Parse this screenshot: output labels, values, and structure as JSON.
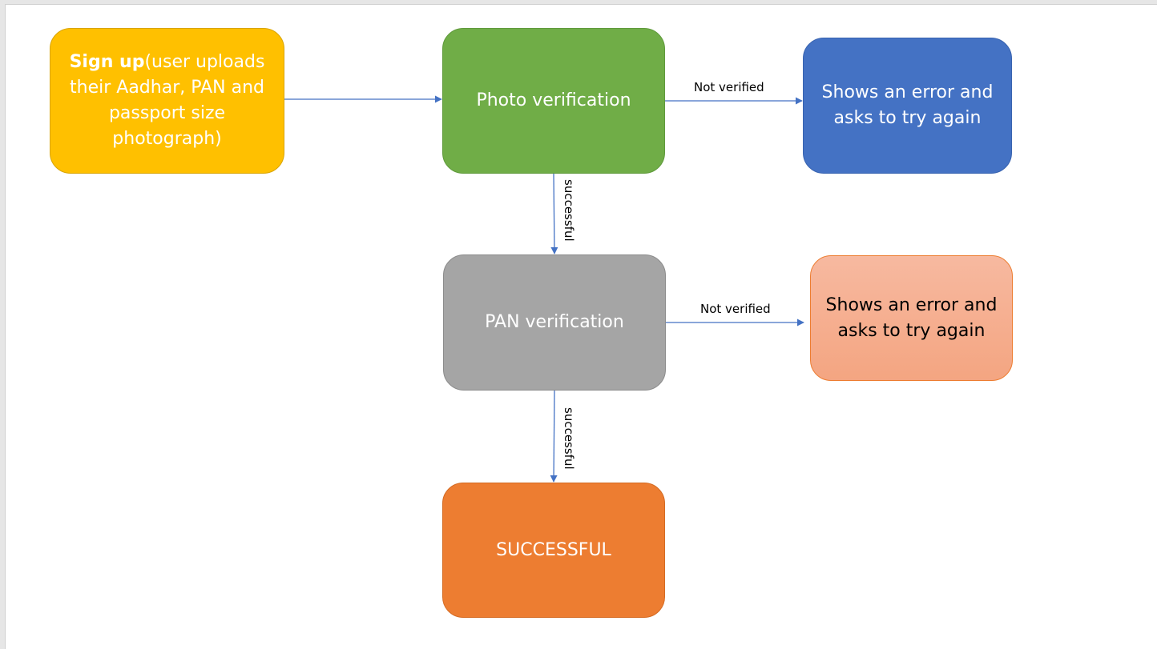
{
  "nodes": {
    "signup": {
      "bold_text": "Sign up",
      "text": "(user uploads their Aadhar, PAN and passport size photograph)"
    },
    "photo_verification": {
      "text": "Photo verification"
    },
    "error_photo": {
      "text": "Shows an error and asks to try again"
    },
    "pan_verification": {
      "text": "PAN verification"
    },
    "error_pan": {
      "text": "Shows an error and asks to try again"
    },
    "successful": {
      "text": "SUCCESSFUL"
    }
  },
  "edges": {
    "photo_not_verified": "Not verified",
    "photo_successful": "successful",
    "pan_not_verified": "Not verified",
    "pan_successful": "successful"
  },
  "colors": {
    "signup": "#ffc000",
    "photo_verification": "#70ad47",
    "error_photo": "#4472c4",
    "pan_verification": "#a5a5a5",
    "error_pan": "#f4a581",
    "successful": "#ed7d31",
    "connector": "#4472c4"
  }
}
